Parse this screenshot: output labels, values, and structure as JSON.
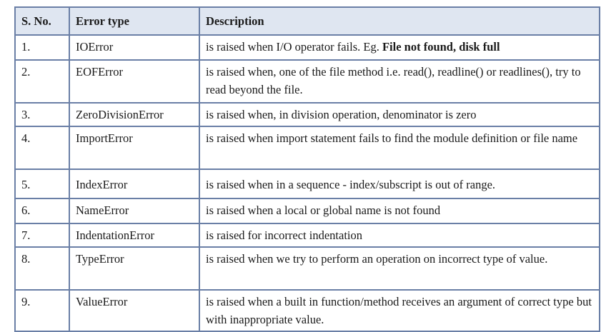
{
  "table": {
    "headers": {
      "sno": "S. No.",
      "type": "Error type",
      "desc": "Description"
    },
    "rows": [
      {
        "sno": "1.",
        "type": "IOError",
        "desc_prefix": "is raised when I/O operator fails. Eg. ",
        "desc_emphasis": "File not found, disk full",
        "desc": ""
      },
      {
        "sno": "2.",
        "type": "EOFError",
        "desc": "is raised when, one of the file method i.e. read(), readline() or readlines(), try to read beyond the file."
      },
      {
        "sno": "3.",
        "type": "ZeroDivisionError",
        "desc": "is raised when, in division operation, denominator is zero"
      },
      {
        "sno": "4.",
        "type": "ImportError",
        "desc": "is raised when import statement fails to find the module definition or file name"
      },
      {
        "sno": "5.",
        "type": "IndexError",
        "desc": "is raised when in a sequence - index/subscript is out of range."
      },
      {
        "sno": "6.",
        "type": "NameError",
        "desc": "is raised when a local or global name is not found"
      },
      {
        "sno": "7.",
        "type": "IndentationError",
        "desc": "is raised for incorrect indentation"
      },
      {
        "sno": "8.",
        "type": "TypeError",
        "desc": "is raised when we try to perform an operation on incorrect type of value."
      },
      {
        "sno": "9.",
        "type": "ValueError",
        "desc": "is raised when a built in function/method receives an argument of correct type but with inappropriate value."
      }
    ]
  },
  "colors": {
    "border": "#6a7fa6",
    "header_background": "#dfe6f1",
    "text": "#1a1a1a"
  }
}
